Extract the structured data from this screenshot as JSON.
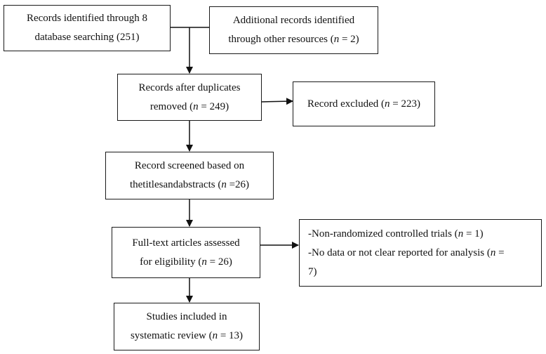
{
  "boxes": {
    "db_search": {
      "lines": [
        "Records identified through 8",
        "database searching (251)"
      ]
    },
    "other": {
      "lines": [
        "Additional records identified",
        "through other resources (",
        "n",
        " = 2)"
      ]
    },
    "dedup": {
      "line1": "Records after duplicates",
      "line2_pre": "removed (",
      "n": "n",
      "line2_post": " = 249)"
    },
    "excluded": {
      "pre": "Record excluded (",
      "n": "n",
      "post": " = 223)"
    },
    "screened": {
      "line1": "Record screened based on",
      "line2_pre": "thetitlesandabstracts (",
      "n": "n",
      "line2_post": " =26)"
    },
    "fulltext": {
      "line1": "Full-text articles assessed",
      "line2_pre": "for eligibility (",
      "n": "n",
      "line2_post": " = 26)"
    },
    "reasons": {
      "r1_pre": "-Non-randomized controlled trials (",
      "r1_n": "n",
      "r1_post": " = 1)",
      "r2_pre": "-No data or not clear reported for analysis (",
      "r2_n": "n",
      "r2_post": " =",
      "r2_cont": "7)"
    },
    "included": {
      "line1": "Studies included in",
      "line2_pre": "systematic review (",
      "n": "n",
      "line2_post": " = 13)"
    }
  }
}
